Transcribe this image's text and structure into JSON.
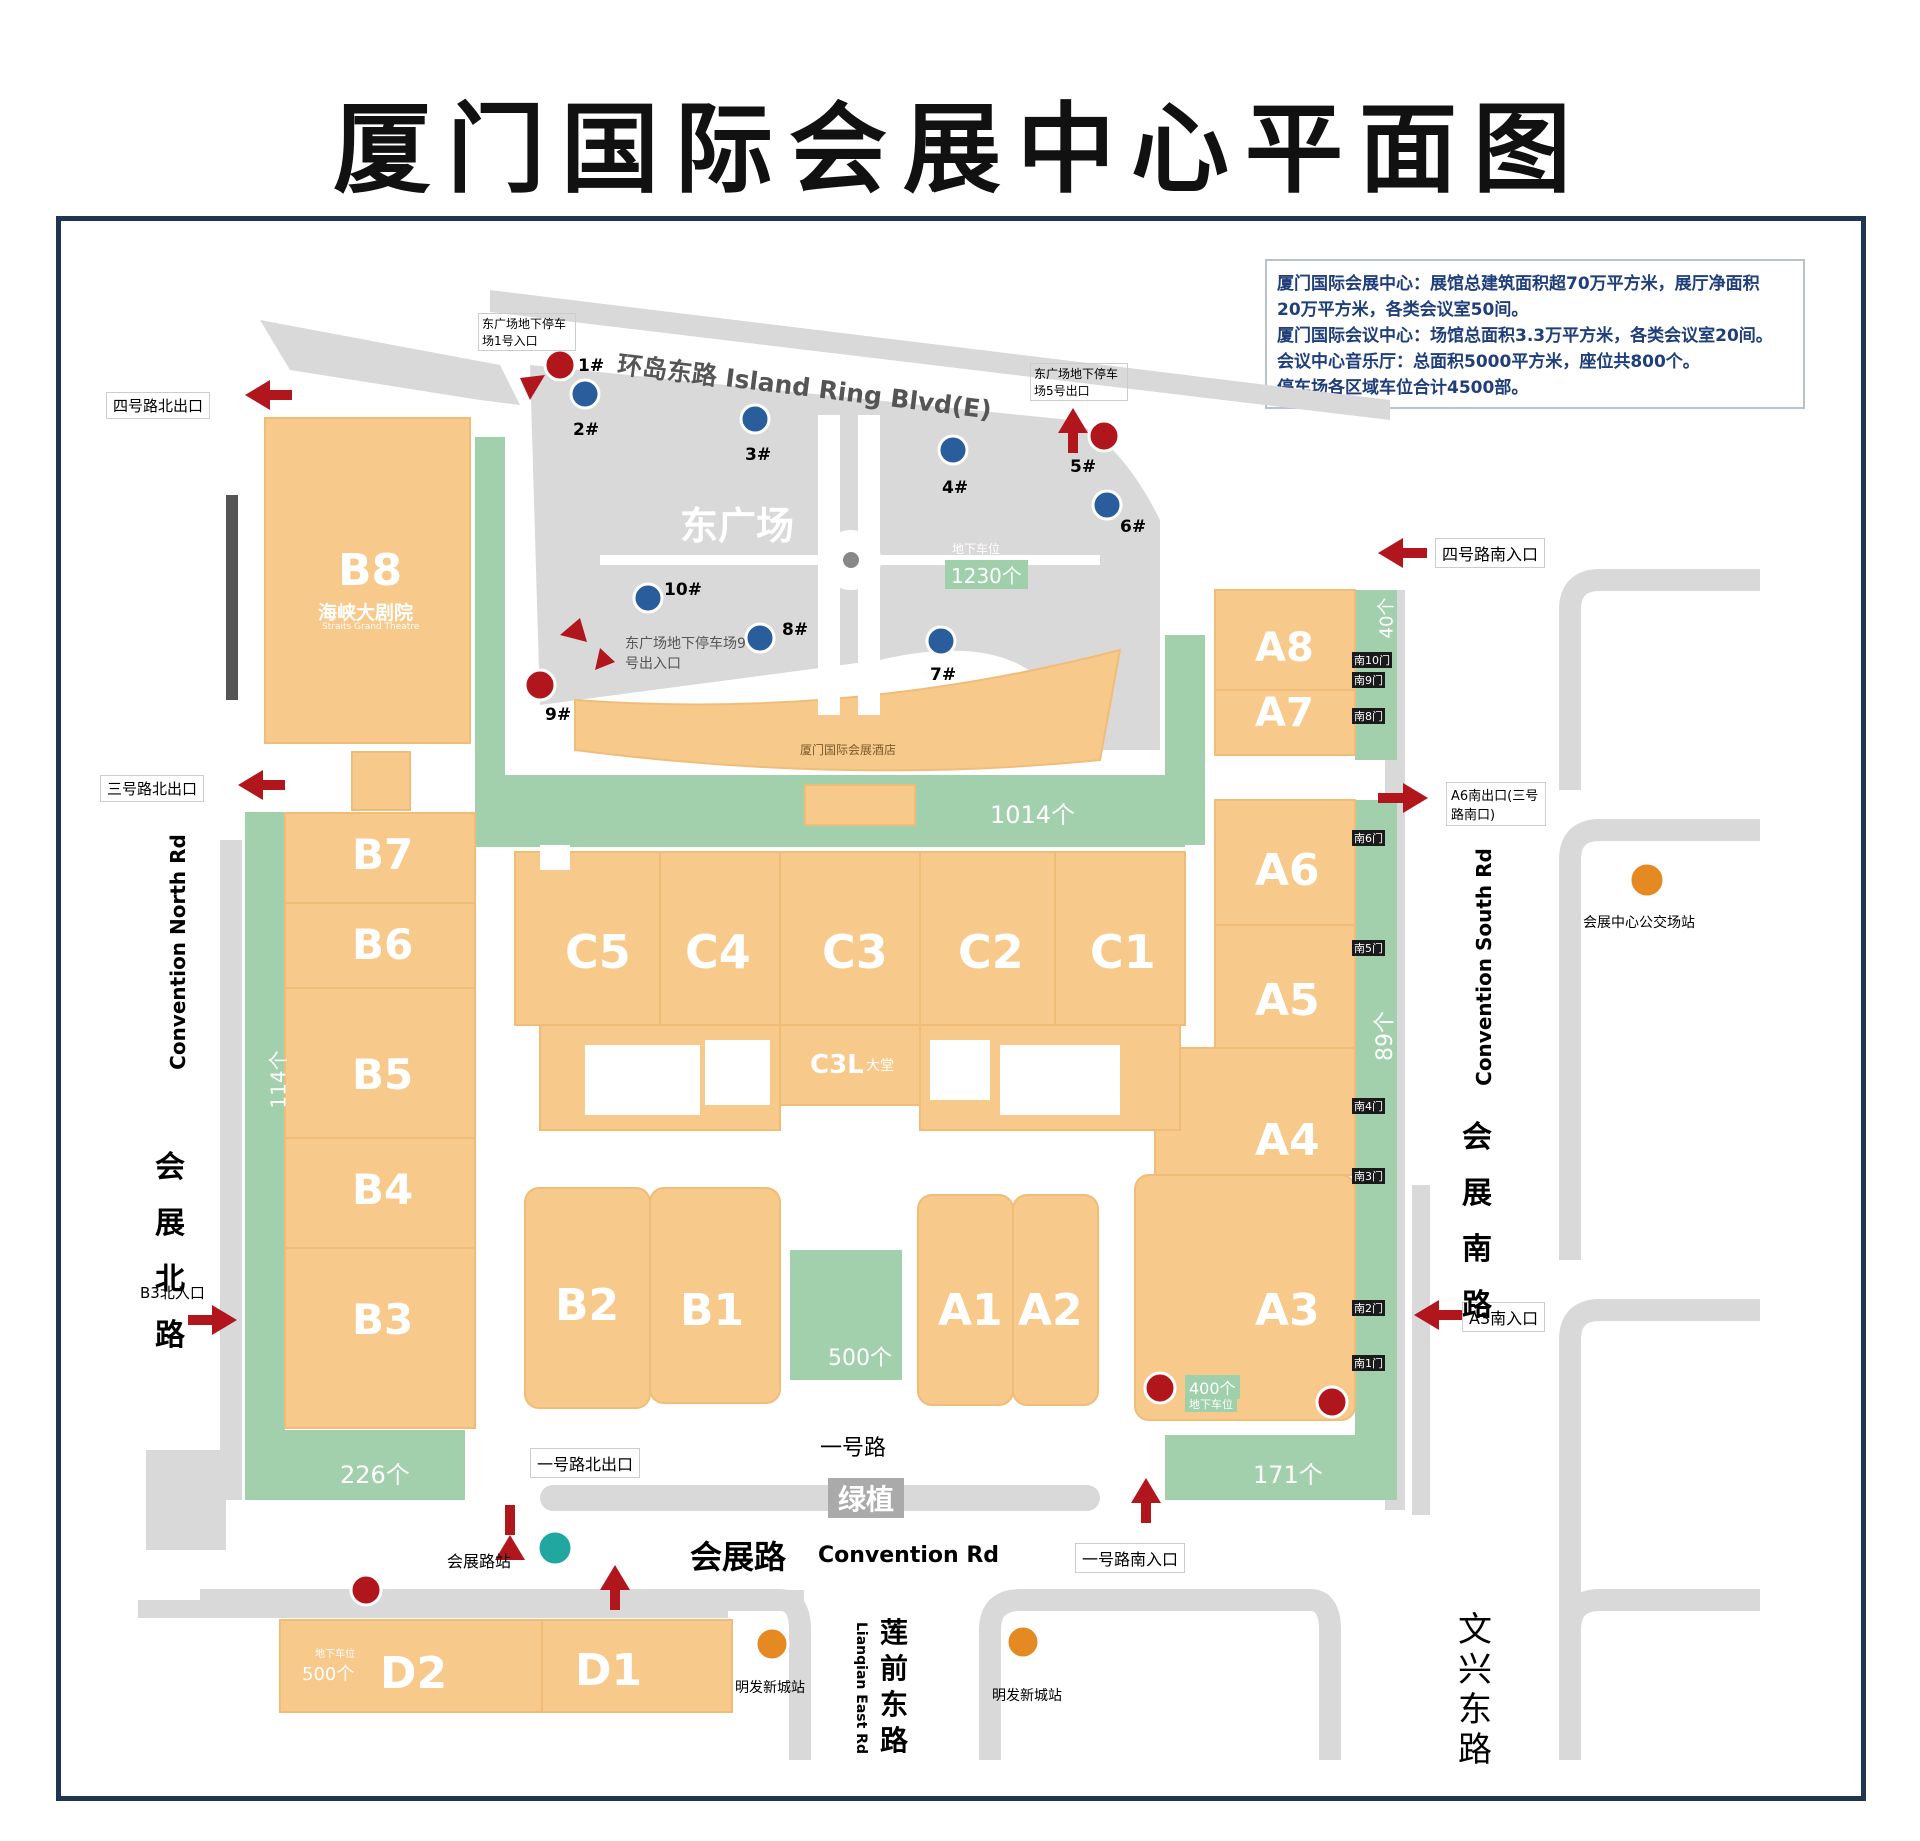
{
  "title": "厦门国际会展中心平面图",
  "info": [
    "厦门国际会展中心：展馆总建筑面积超70万平方米，展厅净面积",
    "20万平方米，各类会议室50间。",
    "厦门国际会议中心：场馆总面积3.3万平方米，各类会议室20间。",
    "会议中心音乐厅：总面积5000平方米，座位共800个。",
    "停车场各区域车位合计4500部。"
  ],
  "roads": {
    "island_ring": "环岛东路 Island Ring Blvd(E)",
    "convention_north_cn": "会展北路",
    "convention_north_en": "Convention North Rd",
    "convention_south_cn": "会展南路",
    "convention_south_en": "Convention South Rd",
    "convention_rd_cn": "会展路",
    "convention_rd_en": "Convention Rd",
    "lianqian_cn": "莲前东路",
    "lianqian_en": "Lianqian East Rd",
    "wenxing": "文兴东路",
    "road1": "一号路",
    "green": "绿植"
  },
  "plaza": "东广场",
  "hotel": "厦门国际会展酒店",
  "entrances": {
    "n4_north_exit": "四号路北出口",
    "n3_north_exit": "三号路北出口",
    "b3_north_in": "B3北入口",
    "road1_north_exit": "一号路北出口",
    "road1_south_in": "一号路南入口",
    "a3_south_in": "A3南入口",
    "a6_south_exit": "A6南出口(三号路南口)",
    "n4_south_in": "四号路南入口",
    "east_sq_p1": "东广场地下停车场1号入口",
    "east_sq_p5": "东广场地下停车场5号出口",
    "east_sq_p9": "东广场地下停车场9号出入口"
  },
  "gates": [
    "1#",
    "2#",
    "3#",
    "4#",
    "5#",
    "6#",
    "7#",
    "8#",
    "9#",
    "10#"
  ],
  "halls": {
    "B8": "B8",
    "B8_cn": "海峡大剧院",
    "B8_en": "Straits Grand Theatre",
    "B7": "B7",
    "B6": "B6",
    "B5": "B5",
    "B4": "B4",
    "B3": "B3",
    "B2": "B2",
    "B1": "B1",
    "A1": "A1",
    "A2": "A2",
    "A3": "A3",
    "A4": "A4",
    "A5": "A5",
    "A6": "A6",
    "A7": "A7",
    "A8": "A8",
    "C1": "C1",
    "C2": "C2",
    "C3": "C3",
    "C4": "C4",
    "C5": "C5",
    "C3L": "C3L",
    "C3L_cn": "大堂",
    "D1": "D1",
    "D2": "D2"
  },
  "parking": {
    "east": "1230个",
    "east_tag": "地下车位",
    "p1014": "1014个",
    "p114": "114个",
    "p500": "500个",
    "p226": "226个",
    "p171": "171个",
    "p89": "89个",
    "p40": "40个",
    "p400": "400个",
    "p400_tag": "地下车位",
    "d_500": "500个",
    "d_tag": "地下车位"
  },
  "stations": {
    "convention_rd": "会展路站",
    "bus_center": "会展中心公交场站",
    "mingfa1": "明发新城站",
    "mingfa2": "明发新城站"
  },
  "south_doors": [
    "南10门",
    "南9门",
    "南8门",
    "南6门",
    "南5门",
    "南4门",
    "南3门",
    "南2门",
    "南1门"
  ],
  "colors": {
    "hall": "#f6ca8d",
    "green": "#9fcfab",
    "road": "#d7d7d7",
    "dark": "#1a1a1a",
    "arrow": "#b0161c"
  }
}
